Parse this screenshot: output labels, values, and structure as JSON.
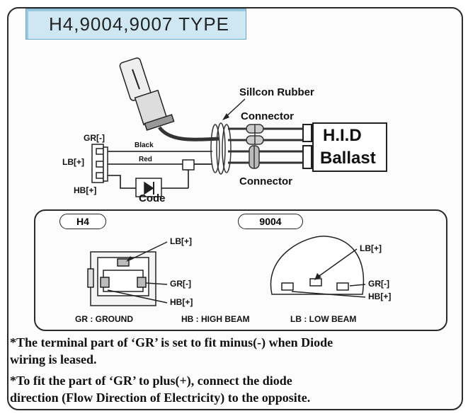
{
  "title": "H4,9004,9007 TYPE",
  "labels": {
    "silicon_rubber": "Sillcon Rubber",
    "connector_top": "Connector",
    "connector_bottom": "Connector",
    "hid": "H.I.D",
    "ballast": "Ballast",
    "gr": "GR[-]",
    "lb": "LB[+]",
    "hb": "HB[+]",
    "black": "Black",
    "red": "Red",
    "code": "Code"
  },
  "pinouts": {
    "h4": {
      "tag": "H4",
      "lb": "LB[+]",
      "gr": "GR[-]",
      "hb": "HB[+]"
    },
    "p9004": {
      "tag": "9004",
      "lb": "LB[+]",
      "gr": "GR[-]",
      "hb": "HB[+]"
    }
  },
  "legend": {
    "gr": "GR : GROUND",
    "hb": "HB : HIGH BEAM",
    "lb": "LB : LOW BEAM"
  },
  "notes": [
    "*The terminal part of ‘GR’ is set to fit minus(-) when Diode",
    "wiring is leased.",
    "*To fit the part of ‘GR’ to plus(+), connect the diode",
    "direction (Flow Direction of Electricity) to the opposite."
  ]
}
